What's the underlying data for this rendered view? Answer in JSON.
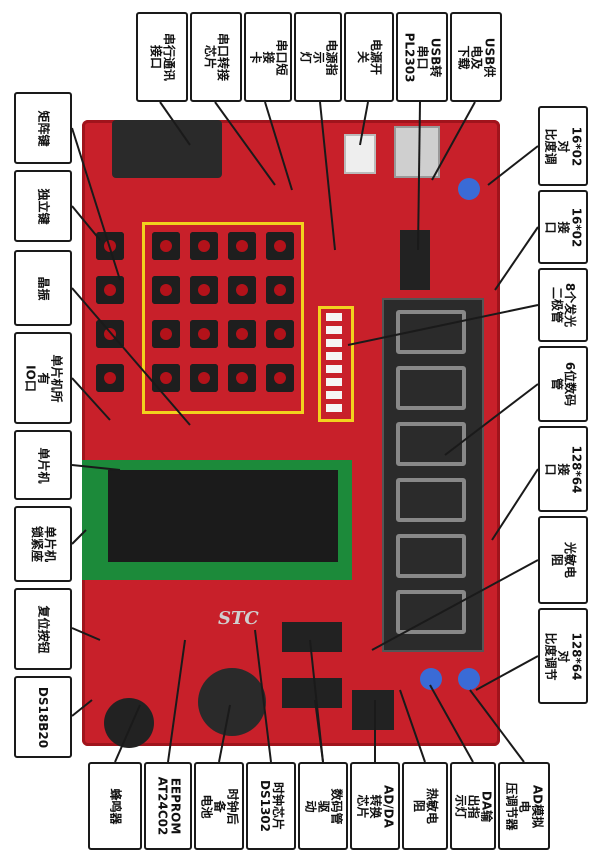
{
  "top_labels": [
    {
      "id": "serial-port",
      "text": "串行通讯\n接口"
    },
    {
      "id": "serial-chip",
      "text": "串口转接\n芯片"
    },
    {
      "id": "serial-jumper",
      "text": "串口短接\n卡"
    },
    {
      "id": "power-led",
      "text": "电源指示\n灯"
    },
    {
      "id": "power-switch",
      "text": "电源开关"
    },
    {
      "id": "usb-serial",
      "text": "USB转串口\nPL2303"
    },
    {
      "id": "usb-power",
      "text": "USB供电及\n下载"
    }
  ],
  "left_labels": [
    {
      "id": "matrix-keys",
      "text": "矩阵键"
    },
    {
      "id": "independent-keys",
      "text": "独立键"
    },
    {
      "id": "crystal",
      "text": "晶振"
    },
    {
      "id": "mcu-io",
      "text": "单片机所有\nIO口"
    },
    {
      "id": "mcu",
      "text": "单片机"
    },
    {
      "id": "mcu-socket",
      "text": "单片机\n锁紧座"
    },
    {
      "id": "reset",
      "text": "复位按钮"
    },
    {
      "id": "ds18b20",
      "text": "DS18B20"
    }
  ],
  "right_labels": [
    {
      "id": "lcd1602-contrast",
      "text": "16*02对\n比度调"
    },
    {
      "id": "lcd1602-port",
      "text": "16*02接\n口"
    },
    {
      "id": "leds",
      "text": "8个发光\n二极管"
    },
    {
      "id": "seg-display",
      "text": "6位数码\n管"
    },
    {
      "id": "lcd12864-port",
      "text": "128*64接\n口"
    },
    {
      "id": "photoresistor",
      "text": "光敏电阻"
    },
    {
      "id": "lcd12864-contrast",
      "text": "128*64对\n比度调节"
    }
  ],
  "bottom_labels": [
    {
      "id": "buzzer",
      "text": "蜂鸣器"
    },
    {
      "id": "eeprom",
      "text": "EEPROM\nAT24C02"
    },
    {
      "id": "clock-battery",
      "text": "时钟后备\n电池"
    },
    {
      "id": "clock-chip",
      "text": "时钟芯片\nDS1302"
    },
    {
      "id": "seg-driver",
      "text": "数码管驱\n动"
    },
    {
      "id": "ad-da",
      "text": "AD/DA转换\n芯片"
    },
    {
      "id": "thermistor",
      "text": "热敏电阻"
    },
    {
      "id": "da-led",
      "text": "DA输出指\n示灯"
    },
    {
      "id": "ad-pot",
      "text": "AD模拟电\n压调节器"
    }
  ],
  "board_text": "STC",
  "colors": {
    "board": "#c8202a",
    "frame": "#f2d21e",
    "segment": "#888888"
  }
}
